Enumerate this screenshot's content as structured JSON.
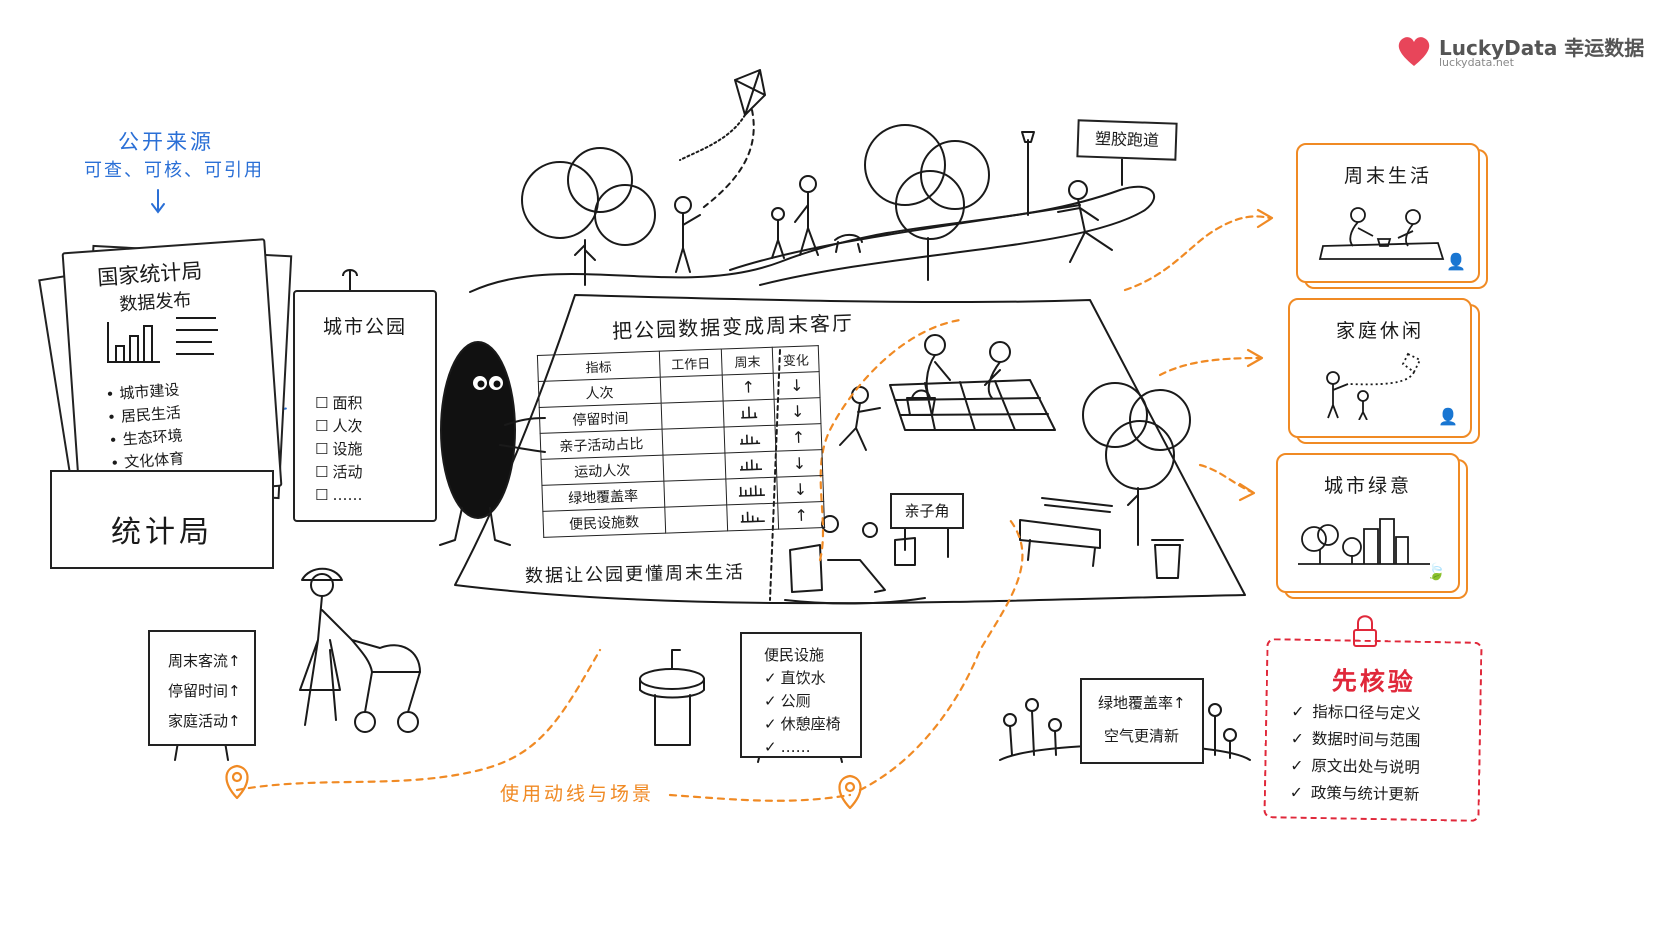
{
  "logo": {
    "brand": "LuckyData 幸运数据",
    "url": "luckydata.net",
    "color": "#e8455a"
  },
  "source": {
    "title": "公开来源",
    "subtitle": "可查、可核、可引用"
  },
  "report": {
    "title": "国家统计局",
    "subtitle": "数据发布",
    "items": [
      "城市建设",
      "居民生活",
      "生态环境",
      "文化体育",
      "……"
    ]
  },
  "bureau": {
    "label": "统计局"
  },
  "clipboard": {
    "title": "城市公园",
    "items": [
      "面积",
      "人次",
      "设施",
      "活动",
      "……"
    ]
  },
  "blanket": {
    "title": "把公园数据变成周末客厅",
    "footer": "数据让公园更懂周末生活",
    "headers": [
      "指标",
      "工作日",
      "周末",
      "变化"
    ],
    "rows": [
      {
        "metric": "人次",
        "weekend": "↑",
        "change": "↓"
      },
      {
        "metric": "停留时间",
        "weekend": "",
        "change": "↓"
      },
      {
        "metric": "亲子活动占比",
        "weekend": "",
        "change": "↑"
      },
      {
        "metric": "运动人次",
        "weekend": "",
        "change": "↓"
      },
      {
        "metric": "绿地覆盖率",
        "weekend": "",
        "change": "↓"
      },
      {
        "metric": "便民设施数",
        "weekend": "",
        "change": "↑"
      }
    ]
  },
  "signs": {
    "kid_corner": "亲子角",
    "runway": "塑胶跑道",
    "flow": [
      "周末客流↑",
      "停留时间↑",
      "家庭活动↑"
    ],
    "facility": {
      "title": "便民设施",
      "items": [
        "直饮水",
        "公厕",
        "休憩座椅",
        "……"
      ]
    },
    "green": {
      "line1": "绿地覆盖率↑",
      "line2": "空气更清新"
    }
  },
  "route_label": "使用动线与场景",
  "tiles": [
    {
      "title": "周末生活",
      "icon": "person-icon"
    },
    {
      "title": "家庭休闲",
      "icon": "person-icon"
    },
    {
      "title": "城市绿意",
      "icon": "leaf-icon"
    }
  ],
  "verify": {
    "title": "先核验",
    "items": [
      "指标口径与定义",
      "数据时间与范围",
      "原文出处与说明",
      "政策与统计更新"
    ]
  },
  "colors": {
    "accent": "#f08a24",
    "blue": "#2a6fd6",
    "red": "#e0283a",
    "ink": "#1a1a1a"
  }
}
